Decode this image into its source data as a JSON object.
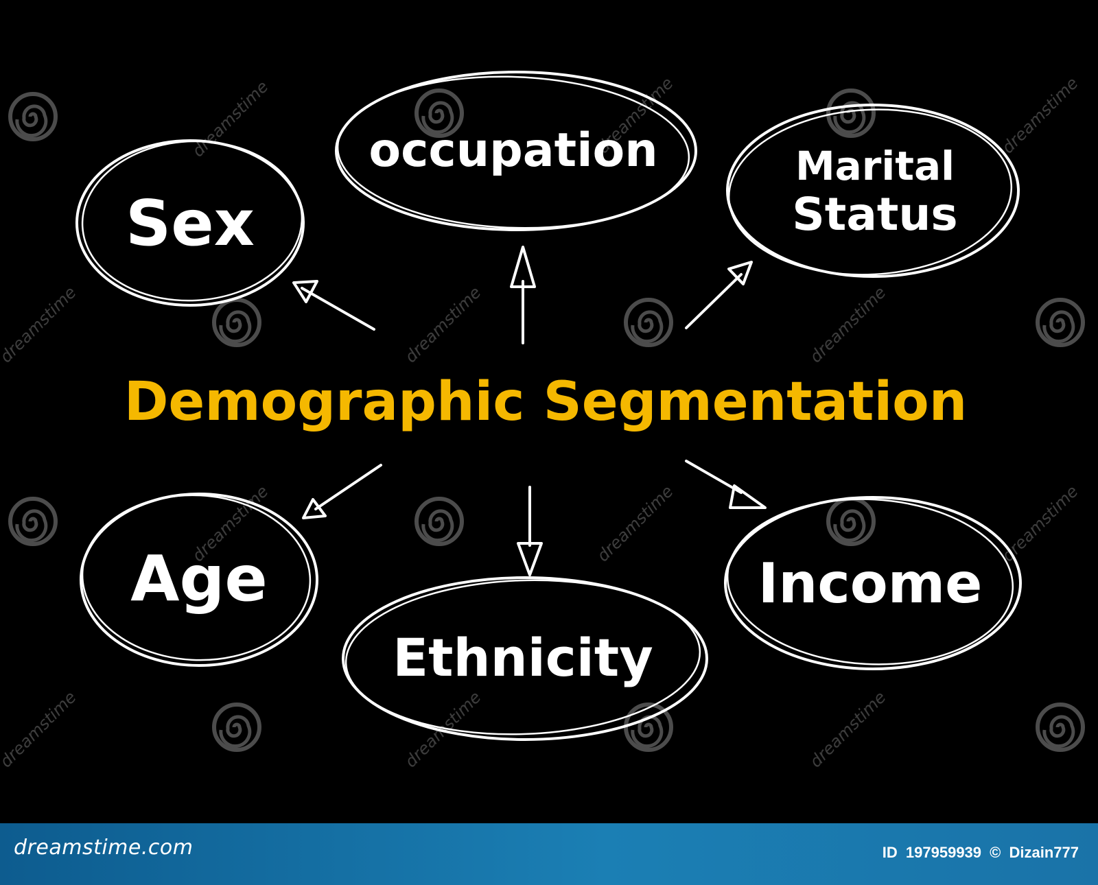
{
  "diagram": {
    "center": "Demographic Segmentation",
    "nodes": {
      "sex": "Sex",
      "occupation": "occupation",
      "marital_line1": "Marital",
      "marital_line2": "Status",
      "age": "Age",
      "ethnicity": "Ethnicity",
      "income": "Income"
    },
    "colors": {
      "background": "#000000",
      "node_stroke": "#ffffff",
      "node_text": "#ffffff",
      "center_text": "#f5b800",
      "footer": "#1b7fb4"
    }
  },
  "watermark": {
    "text": "dreamstime",
    "icon": "spiral-logo-icon"
  },
  "footer": {
    "site": "dreamstime.com",
    "id_label": "ID",
    "id_value": "197959939",
    "copyright": "©",
    "author": "Dizain777"
  }
}
